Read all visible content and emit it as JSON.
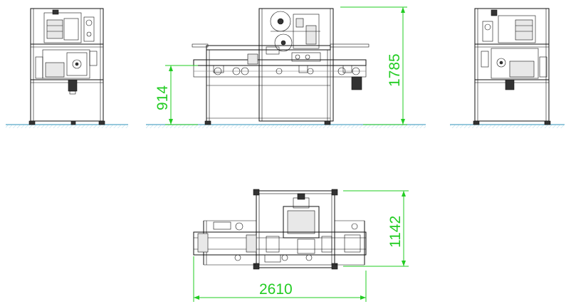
{
  "dimensions": {
    "total_height": "1785",
    "conveyor_height": "914",
    "depth": "1142",
    "length": "2610"
  },
  "colors": {
    "dimension": "#22cc22",
    "floor": "#58a8c8",
    "lines": "#111111"
  }
}
